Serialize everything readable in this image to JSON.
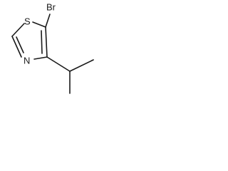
{
  "molecule": {
    "atoms": {
      "bromine": "Br",
      "sulfur": "S",
      "nitrogen": "N"
    }
  }
}
